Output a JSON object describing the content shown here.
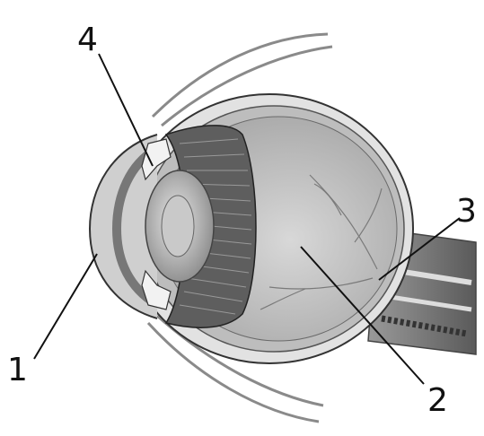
{
  "diagram": {
    "labels": {
      "one": "1",
      "two": "2",
      "three": "3",
      "four": "4"
    },
    "colors": {
      "background": "#ffffff",
      "outline": "#333333",
      "sclera": "#d9d9d9",
      "vitreous": "#c4c4c4",
      "ciliary": "#6f6f6f",
      "lens": "#b7b7b7",
      "leader": "#111111"
    }
  }
}
